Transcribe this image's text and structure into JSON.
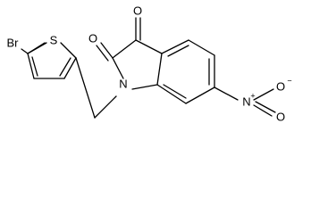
{
  "molecule": {
    "atoms": {
      "bromine": "Br",
      "sulfur": "S",
      "nitrogen_ring": "N",
      "oxygen_ketone": "O",
      "oxygen_lactam": "O",
      "nitro_nitrogen": "N",
      "nitro_nitrogen_charge": "+",
      "nitro_oxygen_top": "O",
      "nitro_oxygen_bottom": "O",
      "nitro_oxygen_charge": "−"
    },
    "colors": {
      "bond": "#000000",
      "label": "#000000",
      "background": "#ffffff"
    }
  }
}
